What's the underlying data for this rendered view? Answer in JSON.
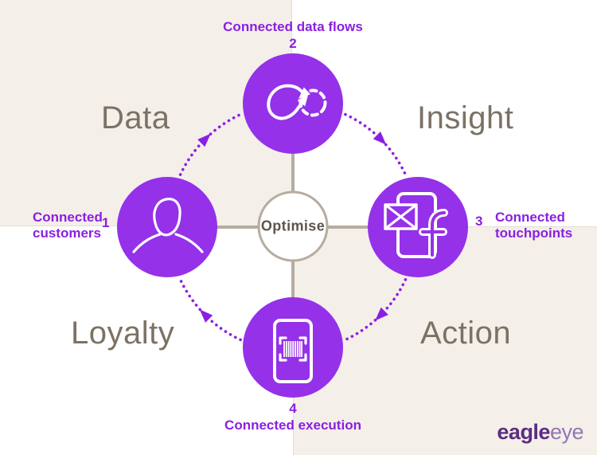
{
  "quadrants": [
    {
      "label": "Data"
    },
    {
      "label": "Insight"
    },
    {
      "label": "Loyalty"
    },
    {
      "label": "Action"
    }
  ],
  "nodes": [
    {
      "number": "1",
      "label": "Connected customers",
      "icon": "person-icon"
    },
    {
      "number": "2",
      "label": "Connected data flows",
      "icon": "infinity-loop-icon"
    },
    {
      "number": "3",
      "label": "Connected touchpoints",
      "icon": "phone-social-icon"
    },
    {
      "number": "4",
      "label": "Connected execution",
      "icon": "barcode-scan-icon"
    }
  ],
  "center": {
    "label": "Optimise"
  },
  "logo": {
    "bold": "eagle",
    "light": "eye"
  },
  "colors": {
    "node_purple": "#9431e9",
    "accent_purple": "#8b1fe1",
    "beige": "#f4efe9",
    "taupe": "#b6ac9f",
    "quadrant_label_gray": "#7b7265",
    "optimise_text": "#5d554a",
    "logo_dark_purple": "#5b2d82",
    "logo_light_purple": "#9277b2"
  }
}
